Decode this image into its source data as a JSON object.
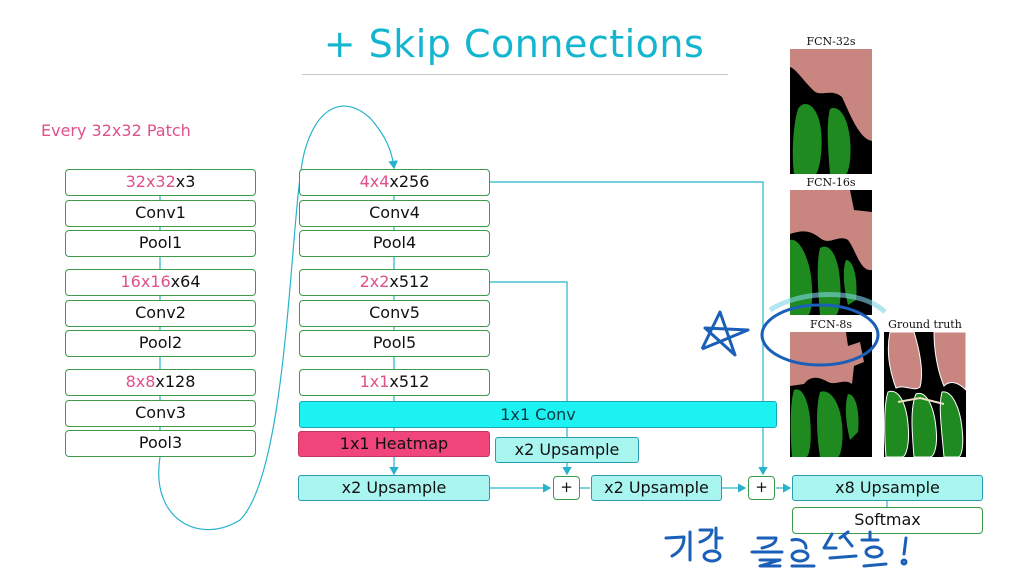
{
  "title": "+ Skip Connections",
  "caption": "Every 32x32 Patch",
  "column1": [
    {
      "hl": "32x32",
      "rest": "x3"
    },
    {
      "hl": "",
      "rest": "Conv1"
    },
    {
      "hl": "",
      "rest": "Pool1"
    },
    {
      "hl": "16x16",
      "rest": "x64"
    },
    {
      "hl": "",
      "rest": "Conv2"
    },
    {
      "hl": "",
      "rest": "Pool2"
    },
    {
      "hl": "8x8",
      "rest": "x128"
    },
    {
      "hl": "",
      "rest": "Conv3"
    },
    {
      "hl": "",
      "rest": "Pool3"
    }
  ],
  "column2": [
    {
      "hl": "4x4",
      "rest": "x256"
    },
    {
      "hl": "",
      "rest": "Conv4"
    },
    {
      "hl": "",
      "rest": "Pool4"
    },
    {
      "hl": "2x2",
      "rest": "x512"
    },
    {
      "hl": "",
      "rest": "Conv5"
    },
    {
      "hl": "",
      "rest": "Pool5"
    },
    {
      "hl": "1x1",
      "rest": "x512"
    }
  ],
  "conv_bar": "1x1 Conv",
  "heatmap": "1x1 Heatmap",
  "upsample_side": "x2 Upsample",
  "bottom_row": {
    "up1": "x2 Upsample",
    "plus": "+",
    "up2": "x2 Upsample",
    "up8": "x8 Upsample"
  },
  "softmax": "Softmax",
  "results": {
    "fcn32": "FCN-32s",
    "fcn16": "FCN-16s",
    "fcn8": "FCN-8s",
    "gt": "Ground truth"
  },
  "colors": {
    "accent": "#14b6cf",
    "highlight": "#e0508a",
    "conv_bar": "#1cf2f2",
    "heatmap": "#f0457a",
    "upsample": "#a9f5ef",
    "box_border": "#3c9a48",
    "annotation": "#1a5fb8",
    "seg_pink": "#c98580",
    "seg_green": "#1f8a1f"
  }
}
